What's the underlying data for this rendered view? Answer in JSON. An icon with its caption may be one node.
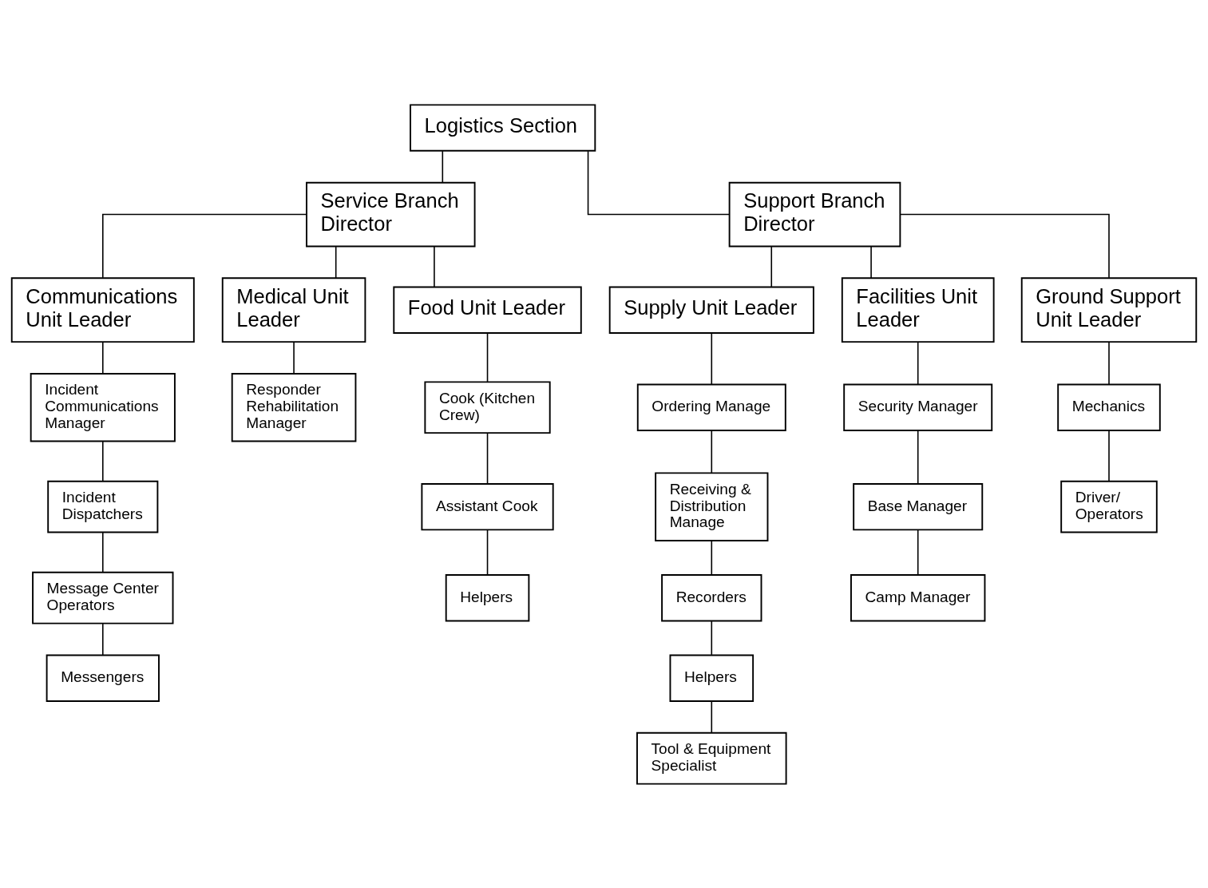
{
  "diagram": {
    "nodes": [
      {
        "text": [
          "Logistics Section"
        ]
      },
      {
        "text": [
          "Service Branch Director"
        ]
      },
      {
        "text": [
          "Support Branch Director"
        ]
      },
      {
        "text": [
          "Communications Unit Leader"
        ]
      },
      {
        "text": [
          "Medical Unit Leader"
        ]
      },
      {
        "text": [
          "Food Unit Leader"
        ]
      },
      {
        "text": [
          "Supply Unit Leader"
        ]
      },
      {
        "text": [
          "Facilities Unit Leader"
        ]
      },
      {
        "text": [
          "Ground Support Unit Leader"
        ]
      },
      {
        "text": [
          "Incident Communications Manager"
        ]
      },
      {
        "text": [
          "Incident Dispatchers"
        ]
      },
      {
        "text": [
          "Message Center Operators"
        ]
      },
      {
        "text": [
          "Messengers"
        ]
      },
      {
        "text": [
          "Responder Rehabilitation Manager"
        ]
      },
      {
        "text": [
          "Cook (Kitchen Crew)"
        ]
      },
      {
        "text": [
          "Assistant Cook"
        ]
      },
      {
        "text": [
          "Helpers"
        ]
      },
      {
        "text": [
          "Ordering Manage"
        ]
      },
      {
        "text": [
          "Receiving & Distribution Manage"
        ]
      },
      {
        "text": [
          "Recorders"
        ]
      },
      {
        "text": [
          "Helpers"
        ]
      },
      {
        "text": [
          "Tool & Equipment Specialist"
        ]
      },
      {
        "text": [
          "Security Manager"
        ]
      },
      {
        "text": [
          "Base Manager"
        ]
      },
      {
        "text": [
          "Camp Manager"
        ]
      },
      {
        "text": [
          "Mechanics"
        ]
      },
      {
        "text": [
          "Driver/ Operators"
        ]
      }
    ],
    "edges": [
      {
        "from": 0,
        "to": 1,
        "arrow": "none"
      },
      {
        "from": 0,
        "to": 2,
        "arrow": "none"
      },
      {
        "from": 1,
        "to": 3,
        "arrow": "none"
      },
      {
        "from": 1,
        "to": 4,
        "arrow": "none"
      },
      {
        "from": 1,
        "to": 5,
        "arrow": "none"
      },
      {
        "from": 2,
        "to": 6,
        "arrow": "none"
      },
      {
        "from": 2,
        "to": 7,
        "arrow": "none"
      },
      {
        "from": 2,
        "to": 8,
        "arrow": "none"
      },
      {
        "from": 3,
        "to": 9,
        "arrow": "none"
      },
      {
        "from": 9,
        "to": 10,
        "arrow": "none"
      },
      {
        "from": 10,
        "to": 11,
        "arrow": "none"
      },
      {
        "from": 11,
        "to": 12,
        "arrow": "none"
      },
      {
        "from": 4,
        "to": 13,
        "arrow": "none"
      },
      {
        "from": 5,
        "to": 14,
        "arrow": "none"
      },
      {
        "from": 14,
        "to": 15,
        "arrow": "none"
      },
      {
        "from": 15,
        "to": 16,
        "arrow": "none"
      },
      {
        "from": 6,
        "to": 17,
        "arrow": "none"
      },
      {
        "from": 17,
        "to": 18,
        "arrow": "none"
      },
      {
        "from": 18,
        "to": 19,
        "arrow": "none"
      },
      {
        "from": 19,
        "to": 20,
        "arrow": "none"
      },
      {
        "from": 20,
        "to": 21,
        "arrow": "none"
      },
      {
        "from": 7,
        "to": 22,
        "arrow": "none"
      },
      {
        "from": 22,
        "to": 23,
        "arrow": "none"
      },
      {
        "from": 23,
        "to": 24,
        "arrow": "none"
      },
      {
        "from": 8,
        "to": 25,
        "arrow": "none"
      },
      {
        "from": 25,
        "to": 26,
        "arrow": "none"
      }
    ]
  }
}
